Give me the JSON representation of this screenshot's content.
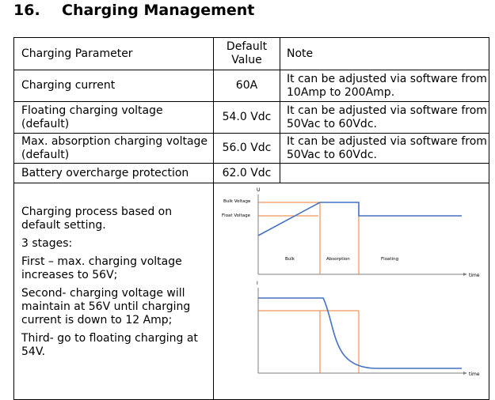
{
  "section": {
    "number": "16.",
    "title": "Charging Management"
  },
  "table": {
    "headers": [
      "Charging Parameter",
      "Default Value",
      "Note"
    ],
    "rows": [
      {
        "param": "Charging current",
        "value": "60A",
        "note": "It can be adjusted via software from 10Amp to 200Amp."
      },
      {
        "param": "Floating charging voltage (default)",
        "value": "54.0 Vdc",
        "note": "It can be adjusted via software from 50Vac to 60Vdc."
      },
      {
        "param": "Max. absorption charging voltage (default)",
        "value": "56.0 Vdc",
        "note": "It can be adjusted via software from 50Vac to 60Vdc."
      },
      {
        "param": "Battery overcharge protection",
        "value": "62.0 Vdc",
        "note": ""
      }
    ],
    "process": [
      "Charging process based on default setting.",
      "3 stages:",
      "First – max. charging voltage increases to 56V;",
      "Second- charging voltage will maintain at 56V until charging current is down to 12 Amp;",
      "Third- go to floating charging at 54V."
    ]
  },
  "diagram": {
    "voltage_axis": "U",
    "current_axis": "I",
    "time_label_top": "time",
    "time_label_bottom": "time",
    "bulk_voltage_label": "Bulk Voltage",
    "float_voltage_label": "Float Voltage",
    "stage_bulk": "Bulk",
    "stage_absorption": "Absorption",
    "stage_floating": "Floating",
    "colors": {
      "curve": "#4472c4",
      "guide": "#ed7d31",
      "axis": "#7f7f7f"
    }
  }
}
